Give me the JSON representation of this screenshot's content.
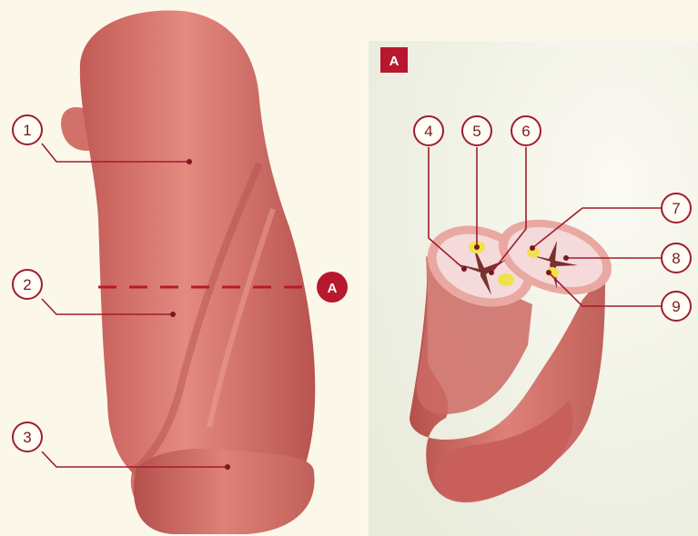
{
  "callouts": [
    {
      "id": "1",
      "label": "1"
    },
    {
      "id": "2",
      "label": "2"
    },
    {
      "id": "3",
      "label": "3"
    },
    {
      "id": "4",
      "label": "4"
    },
    {
      "id": "5",
      "label": "5"
    },
    {
      "id": "6",
      "label": "6"
    },
    {
      "id": "7",
      "label": "7"
    },
    {
      "id": "8",
      "label": "8"
    },
    {
      "id": "9",
      "label": "9"
    }
  ],
  "section_marker": {
    "label": "A"
  },
  "inset": {
    "label": "A"
  },
  "colors": {
    "background": "#fbf8ea",
    "tissue": "#d9776f",
    "tissue_dark": "#b5544f",
    "callout_line": "#a01c2c",
    "badge": "#b8182e",
    "cut_surface": "#f3d4d4",
    "vessel": "#f0e34a",
    "lumen": "#7a3030"
  }
}
